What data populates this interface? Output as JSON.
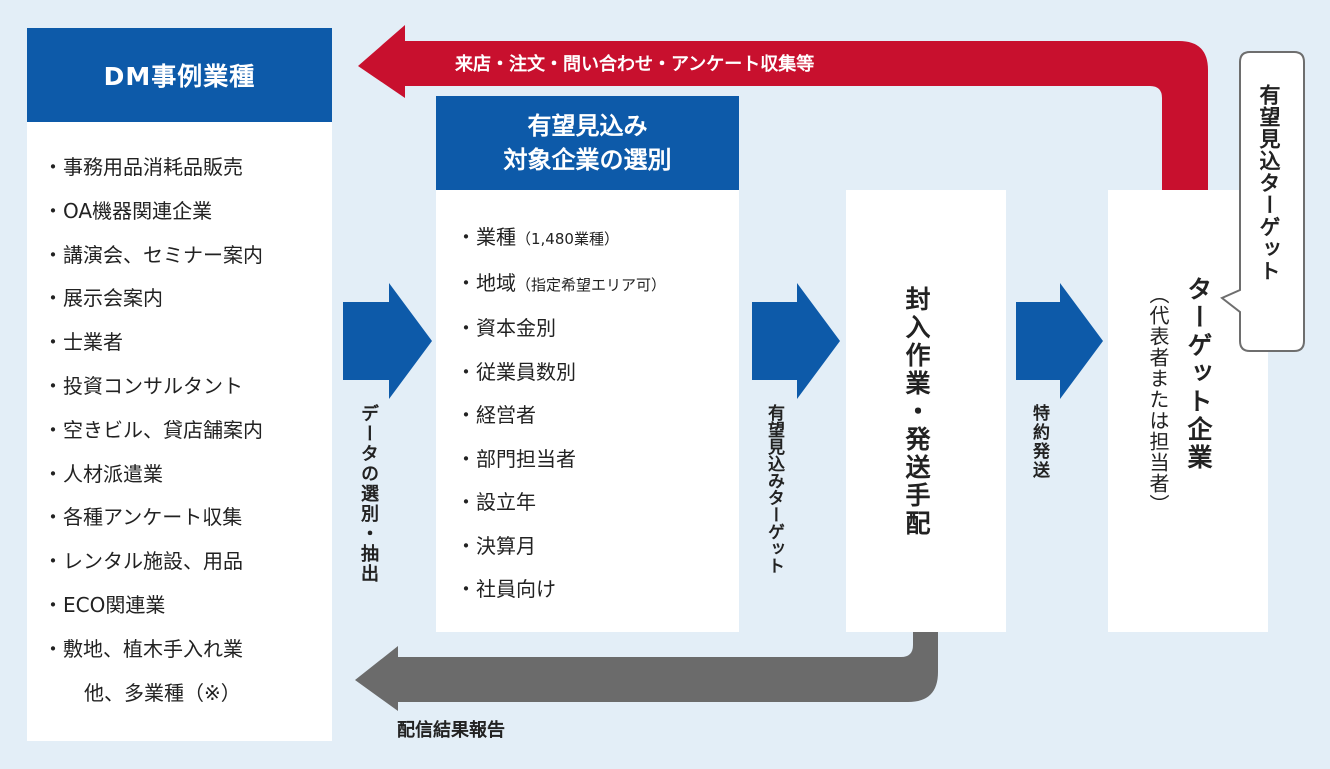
{
  "categories_panel": {
    "title": "DM事例業種",
    "items": [
      "・事務用品消耗品販売",
      "・OA機器関連企業",
      "・講演会、セミナー案内",
      "・展示会案内",
      "・士業者",
      "・投資コンサルタント",
      "・空きビル、貸店舗案内",
      "・人材派遣業",
      "・各種アンケート収集",
      "・レンタル施設、用品",
      "・ECO関連業",
      "・敷地、植木手入れ業"
    ],
    "footer": "他、多業種（※）"
  },
  "selection_panel": {
    "title_line1": "有望見込み",
    "title_line2": "対象企業の選別",
    "items": [
      {
        "main": "・業種",
        "note": "（1,480業種）"
      },
      {
        "main": "・地域",
        "note": "（指定希望エリア可）"
      },
      {
        "main": "・資本金別",
        "note": ""
      },
      {
        "main": "・従業員数別",
        "note": ""
      },
      {
        "main": "・経営者",
        "note": ""
      },
      {
        "main": "・部門担当者",
        "note": ""
      },
      {
        "main": "・設立年",
        "note": ""
      },
      {
        "main": "・決算月",
        "note": ""
      },
      {
        "main": "・社員向け",
        "note": ""
      }
    ]
  },
  "step_labels": {
    "data_extraction": "データの選別・抽出",
    "prospect_target": "有望見込みターゲット",
    "special_delivery": "特約発送"
  },
  "enclosing_panel": {
    "label": "封入作業・発送手配"
  },
  "target_panel": {
    "label": "ターゲット企業",
    "sublabel": "（代表者または担当者）"
  },
  "callout": {
    "label": "有望見込ターゲット"
  },
  "feedback_arrow": {
    "label": "来店・注文・問い合わせ・アンケート収集等"
  },
  "report_arrow": {
    "label": "配信結果報告"
  },
  "colors": {
    "background": "#e3eef7",
    "blue": "#0d5aa9",
    "red": "#c8102e",
    "gray": "#6b6b6b"
  }
}
